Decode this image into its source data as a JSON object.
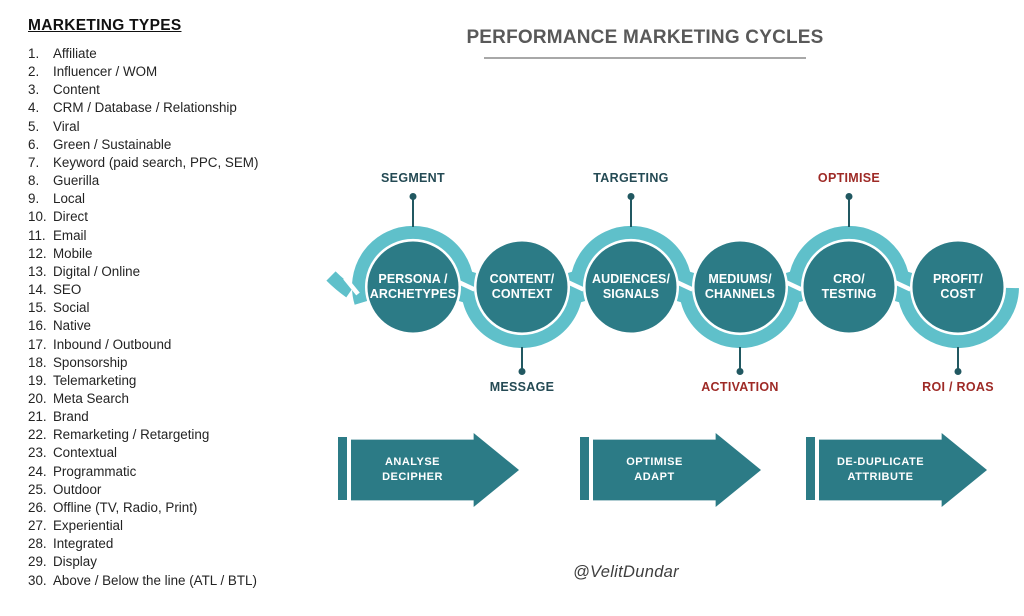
{
  "sidebar": {
    "title": "MARKETING TYPES",
    "items": [
      "Affiliate",
      "Influencer / WOM",
      "Content",
      "CRM / Database / Relationship",
      "Viral",
      "Green / Sustainable",
      "Keyword (paid search, PPC, SEM)",
      "Guerilla",
      "Local",
      "Direct",
      "Email",
      "Mobile",
      "Digital / Online",
      "SEO",
      "Social",
      "Native",
      "Inbound / Outbound",
      "Sponsorship",
      "Telemarketing",
      "Meta Search",
      "Brand",
      "Remarketing / Retargeting",
      "Contextual",
      "Programmatic",
      "Outdoor",
      "Offline (TV, Radio, Print)",
      "Experiential",
      "Integrated",
      "Display",
      "Above / Below the line (ATL / BTL)"
    ]
  },
  "header": {
    "title": "PERFORMANCE MARKETING CYCLES"
  },
  "diagram": {
    "stages": [
      {
        "circle": "PERSONA /\nARCHETYPES",
        "label": "SEGMENT",
        "label_position": "top",
        "label_color": "teal"
      },
      {
        "circle": "CONTENT/\nCONTEXT",
        "label": "MESSAGE",
        "label_position": "bottom",
        "label_color": "teal"
      },
      {
        "circle": "AUDIENCES/\nSIGNALS",
        "label": "TARGETING",
        "label_position": "top",
        "label_color": "teal"
      },
      {
        "circle": "MEDIUMS/\nCHANNELS",
        "label": "ACTIVATION",
        "label_position": "bottom",
        "label_color": "red"
      },
      {
        "circle": "CRO/\nTESTING",
        "label": "OPTIMISE",
        "label_position": "top",
        "label_color": "red"
      },
      {
        "circle": "PROFIT/\nCOST",
        "label": "ROI / ROAS",
        "label_position": "bottom",
        "label_color": "red"
      }
    ],
    "colors": {
      "wave": "#5fc0ca",
      "circle": "#2c7b86",
      "stem": "#215861",
      "label_teal": "#244a54",
      "label_red": "#9e2a26",
      "arrow": "#2c7b86"
    }
  },
  "arrows": [
    {
      "label": "ANALYSE\nDECIPHER"
    },
    {
      "label": "OPTIMISE\nADAPT"
    },
    {
      "label": "DE-DUPLICATE\nATTRIBUTE"
    }
  ],
  "footer": {
    "credit": "@VelitDundar"
  }
}
